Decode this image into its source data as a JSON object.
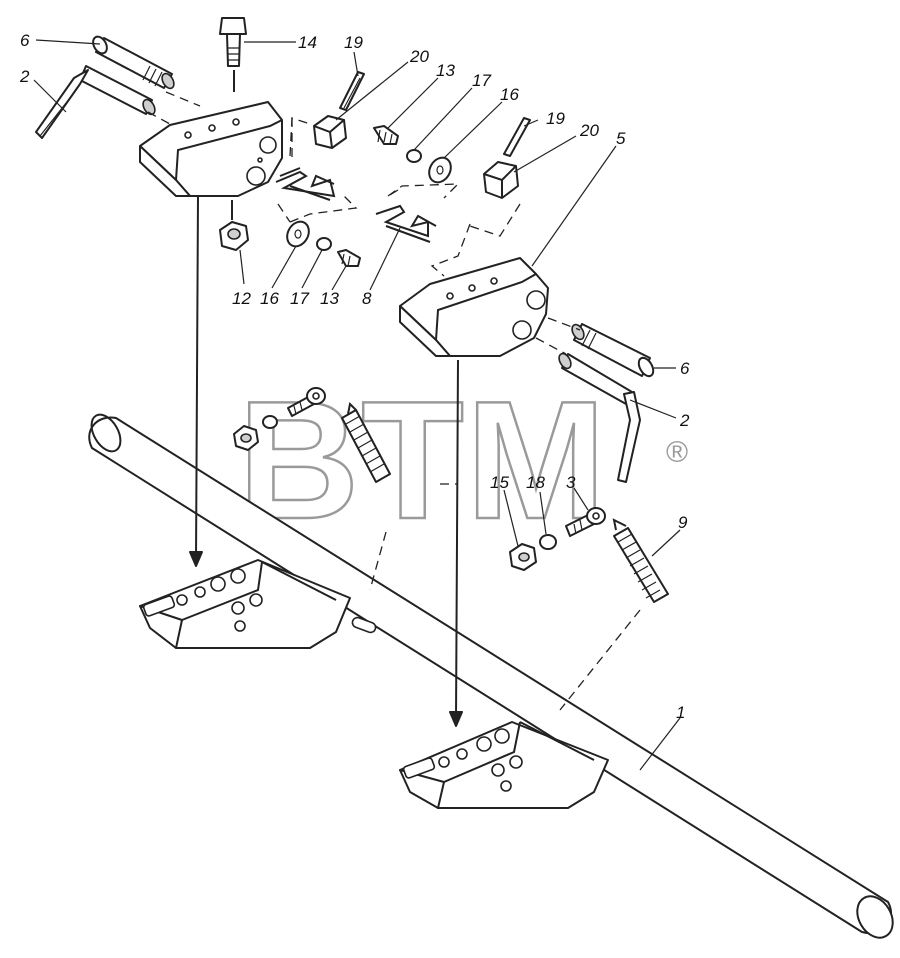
{
  "watermark": {
    "text": "BTM",
    "registered_mark": "®"
  },
  "callouts": [
    {
      "id": "c-6-top",
      "label": "6"
    },
    {
      "id": "c-2-top",
      "label": "2"
    },
    {
      "id": "c-14",
      "label": "14"
    },
    {
      "id": "c-19-top",
      "label": "19"
    },
    {
      "id": "c-20-top",
      "label": "20"
    },
    {
      "id": "c-13-top",
      "label": "13"
    },
    {
      "id": "c-17-top",
      "label": "17"
    },
    {
      "id": "c-16-top",
      "label": "16"
    },
    {
      "id": "c-19-right",
      "label": "19"
    },
    {
      "id": "c-20-right",
      "label": "20"
    },
    {
      "id": "c-5",
      "label": "5"
    },
    {
      "id": "c-12",
      "label": "12"
    },
    {
      "id": "c-16-bottom",
      "label": "16"
    },
    {
      "id": "c-17-bottom",
      "label": "17"
    },
    {
      "id": "c-13-bottom",
      "label": "13"
    },
    {
      "id": "c-8",
      "label": "8"
    },
    {
      "id": "c-6-right",
      "label": "6"
    },
    {
      "id": "c-2-right",
      "label": "2"
    },
    {
      "id": "c-15",
      "label": "15"
    },
    {
      "id": "c-18",
      "label": "18"
    },
    {
      "id": "c-3",
      "label": "3"
    },
    {
      "id": "c-9",
      "label": "9"
    },
    {
      "id": "c-1",
      "label": "1"
    }
  ]
}
